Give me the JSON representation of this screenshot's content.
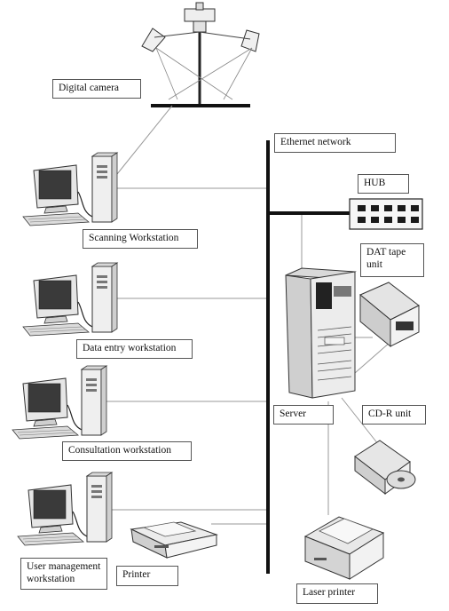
{
  "labels": {
    "digital_camera": "Digital camera",
    "ethernet_network": "Ethernet network",
    "hub": "HUB",
    "dat_tape_unit": "DAT tape unit",
    "scanning_workstation": "Scanning Workstation",
    "data_entry_workstation": "Data entry workstation",
    "consultation_workstation": "Consultation workstation",
    "server": "Server",
    "cd_r_unit": "CD-R unit",
    "user_management_workstation": "User management workstation",
    "printer": "Printer",
    "laser_printer": "Laser printer"
  }
}
